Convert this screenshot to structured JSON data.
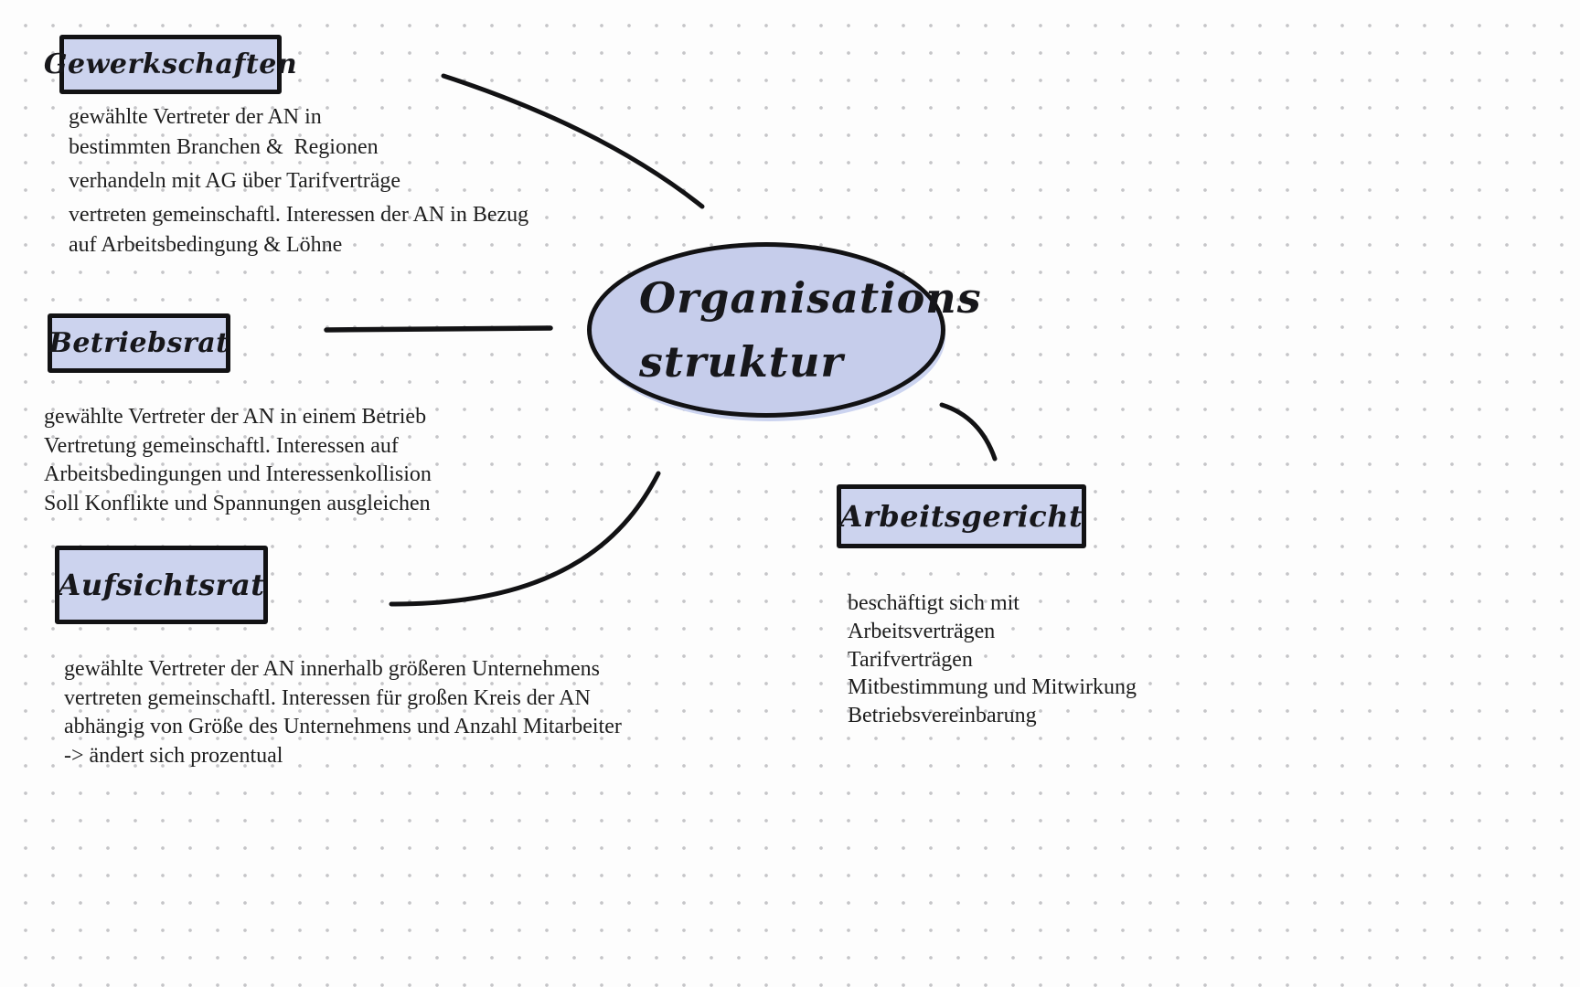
{
  "page": {
    "background_color": "#fdfdfd",
    "dot_grid_color": "#c5c5c8",
    "node_fill_color": "#ccd3ee",
    "center_fill_color": "#c6cdeb",
    "stroke_color": "#121214"
  },
  "center": {
    "title_line1": "Organisations",
    "title_line2": "struktur"
  },
  "nodes": [
    {
      "id": "gewerkschaften",
      "title": "Gewerkschaften",
      "lines": [
        "gewählte Vertreter der AN in",
        "bestimmten Branchen &  Regionen",
        "verhandeln mit AG über Tarifverträge",
        "vertreten gemeinschaftl. Interessen der AN in Bezug",
        "auf Arbeitsbedingung & Löhne"
      ]
    },
    {
      "id": "betriebsrat",
      "title": "Betriebsrat",
      "lines": [
        "gewählte Vertreter der AN in einem Betrieb",
        "Vertretung gemeinschaftl. Interessen auf",
        "Arbeitsbedingungen und Interessenkollision",
        "Soll Konflikte und Spannungen ausgleichen"
      ]
    },
    {
      "id": "aufsichtsrat",
      "title": "Aufsichtsrat",
      "lines": [
        "gewählte Vertreter der AN innerhalb größeren Unternehmens",
        "vertreten gemeinschaftl. Interessen für großen Kreis der AN",
        "abhängig von Größe des Unternehmens und Anzahl Mitarbeiter",
        "-> ändert sich prozentual"
      ]
    },
    {
      "id": "arbeitsgericht",
      "title": "Arbeitsgericht",
      "lines": [
        "beschäftigt sich mit",
        "Arbeitsverträgen",
        "Tarifverträgen",
        "Mitbestimmung und Mitwirkung",
        "Betriebsvereinbarung"
      ]
    }
  ]
}
